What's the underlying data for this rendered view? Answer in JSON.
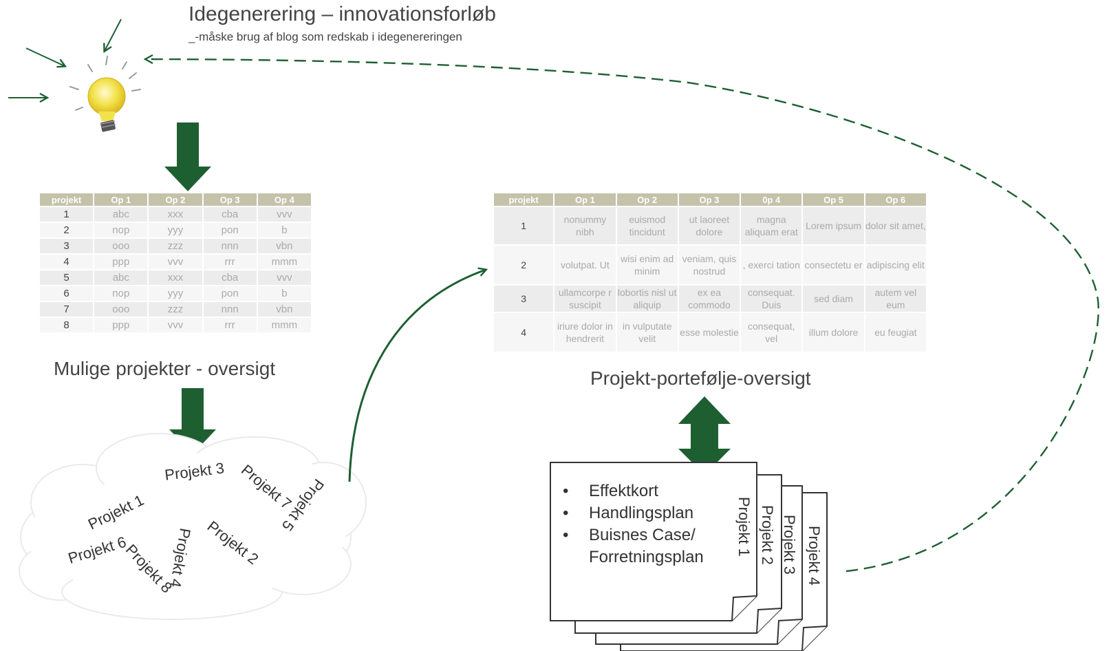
{
  "header": {
    "title": "Idegenerering – innovationsforløb",
    "subtitle": "_-måske brug af blog som redskab i idegenereringen"
  },
  "table_possible": {
    "headers": [
      "projekt",
      "Op 1",
      "Op 2",
      "Op 3",
      "Op 4"
    ],
    "rows": [
      [
        "1",
        "abc",
        "xxx",
        "cba",
        "vvv"
      ],
      [
        "2",
        "nop",
        "yyy",
        "pon",
        "b"
      ],
      [
        "3",
        "ooo",
        "zzz",
        "nnn",
        "vbn"
      ],
      [
        "4",
        "ppp",
        "vvv",
        "rrr",
        "mmm"
      ],
      [
        "5",
        "abc",
        "xxx",
        "cba",
        "vvv"
      ],
      [
        "6",
        "nop",
        "yyy",
        "pon",
        "b"
      ],
      [
        "7",
        "ooo",
        "zzz",
        "nnn",
        "vbn"
      ],
      [
        "8",
        "ppp",
        "vvv",
        "rrr",
        "mmm"
      ]
    ]
  },
  "caption_possible": "Mulige projekter - oversigt",
  "cloud": {
    "items": [
      "Projekt 3",
      "Projekt 7",
      "Projekt 5",
      "Projekt 1",
      "Projekt 6",
      "Projekt 8",
      "Projekt 4",
      "Projekt 2"
    ]
  },
  "table_portfolio": {
    "headers": [
      "projekt",
      "Op 1",
      "Op 2",
      "Op 3",
      "0p 4",
      "Op 5",
      "Op 6"
    ],
    "rows": [
      [
        "1",
        "nonummy nibh",
        "euismod tincidunt",
        "ut laoreet dolore",
        "magna aliquam erat",
        "Lorem ipsum",
        "dolor sit amet,"
      ],
      [
        "2",
        "volutpat. Ut",
        "wisi enim ad minim",
        "veniam, quis nostrud",
        ", exerci tation",
        "consectetu er",
        "adipiscing elit"
      ],
      [
        "3",
        "ullamcorpe r suscipit",
        "lobortis nisl ut aliquip",
        "ex ea commodo",
        "consequat. Duis",
        "sed diam",
        "autem vel eum"
      ],
      [
        "4",
        "iriure dolor in hendrerit",
        "in vulputate velit",
        "esse molestie",
        "consequat, vel",
        "illum dolore",
        "eu feugiat"
      ]
    ]
  },
  "caption_portfolio": "Projekt-portefølje-oversigt",
  "documents": {
    "bullets": [
      "Effektkort",
      "Handlingsplan",
      "Buisnes Case/"
    ],
    "continuation": "Forretningsplan",
    "bullet_char": "•",
    "pages": [
      "Projekt 1",
      "Projekt 2",
      "Projekt 3",
      "Projekt 4"
    ]
  },
  "colors": {
    "accent_green": "#1e5f32",
    "table_header": "#c4c2a9",
    "bulb_yellow": "#f2e24a"
  },
  "icons": [
    "lightbulb-icon",
    "arrow-down-icon",
    "double-arrow-icon"
  ]
}
